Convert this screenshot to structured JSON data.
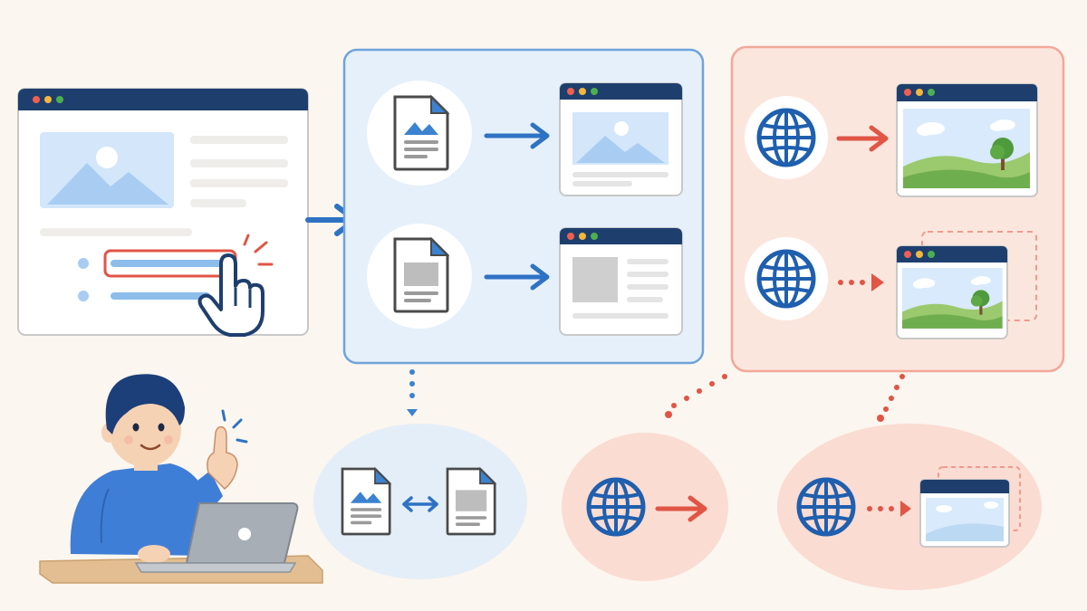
{
  "colors": {
    "background": "#FBF6EF",
    "navy": "#1E3F6E",
    "blue": "#3B82D0",
    "light_blue": "#A9CDF2",
    "red": "#E05545",
    "panel_blue_fill": "#E6F0FA",
    "panel_blue_stroke": "#6FA3DC",
    "panel_red_fill": "#FBE6DE",
    "panel_red_stroke": "#F2A89A",
    "gray": "#C9C9C9",
    "green": "#7CB85A",
    "dot_red": "#EF5F4F",
    "dot_yellow": "#F4B73D",
    "dot_green": "#4CAF50"
  },
  "icons": [
    "source-webpage-window-icon",
    "click-hand-cursor-icon",
    "image-file-icon",
    "text-file-icon",
    "image-preview-window-icon",
    "text-preview-window-icon",
    "globe-icon",
    "landscape-window-icon",
    "stacked-windows-icon",
    "swap-arrow-icon",
    "person-with-laptop-icon"
  ],
  "diagram": {
    "source_page": {
      "lines": 4,
      "link_items": 2,
      "highlighted_item": 1
    },
    "local_files_panel": {
      "rows": [
        "image-file",
        "text-file"
      ],
      "arrow_style": "solid"
    },
    "remote_panel": {
      "rows": [
        "globe-solid",
        "globe-dotted"
      ],
      "arrow_styles": [
        "solid",
        "dotted"
      ]
    },
    "bottom_bubbles": [
      "file-swap",
      "globe-solid",
      "globe-dotted"
    ]
  }
}
